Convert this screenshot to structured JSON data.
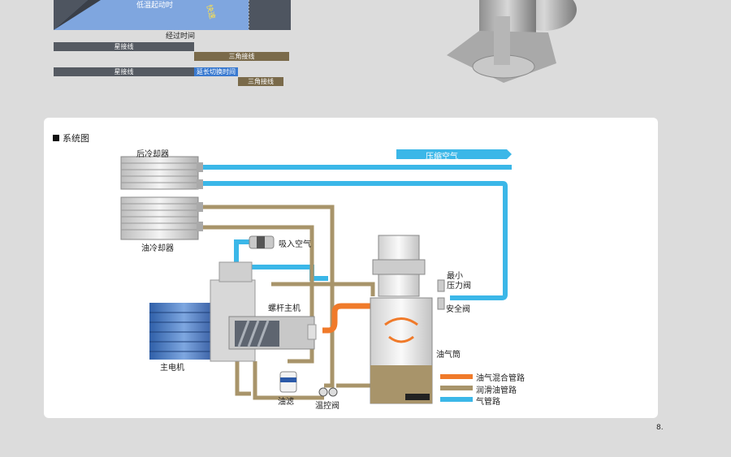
{
  "top_chart": {
    "low_temp_start": "低温起动时",
    "fast_label": "快速",
    "elapsed_time": "经过时间",
    "row1": {
      "star": "星接线",
      "delta": "三角接线"
    },
    "row2": {
      "star": "星接线",
      "extended": "延长切换时间",
      "delta": "三角接线"
    }
  },
  "system": {
    "title": "系统图",
    "aftercooler": "后冷却器",
    "oil_cooler": "油冷却器",
    "intake_air": "吸入空气",
    "compressed_air": "压缩空气",
    "min_pressure_valve_1": "最小",
    "min_pressure_valve_2": "压力阀",
    "safety_valve": "安全阀",
    "screw_airend": "螺杆主机",
    "main_motor": "主电机",
    "separator_tank": "油气筒",
    "oil_filter": "油滤",
    "thermostat_valve": "温控阀"
  },
  "legend": [
    {
      "label": "油气混合管路",
      "color": "#f07a2a"
    },
    {
      "label": "润滑油管路",
      "color": "#a8946a"
    },
    {
      "label": "气管路",
      "color": "#3bb7e8"
    }
  ],
  "colors": {
    "air": "#3bb7e8",
    "oil": "#a8946a",
    "mix": "#f07a2a",
    "dark_bar": "#555a62",
    "brown_bar": "#7a6a4a",
    "blue_bar": "#3a7ad0"
  },
  "page_number": "8."
}
